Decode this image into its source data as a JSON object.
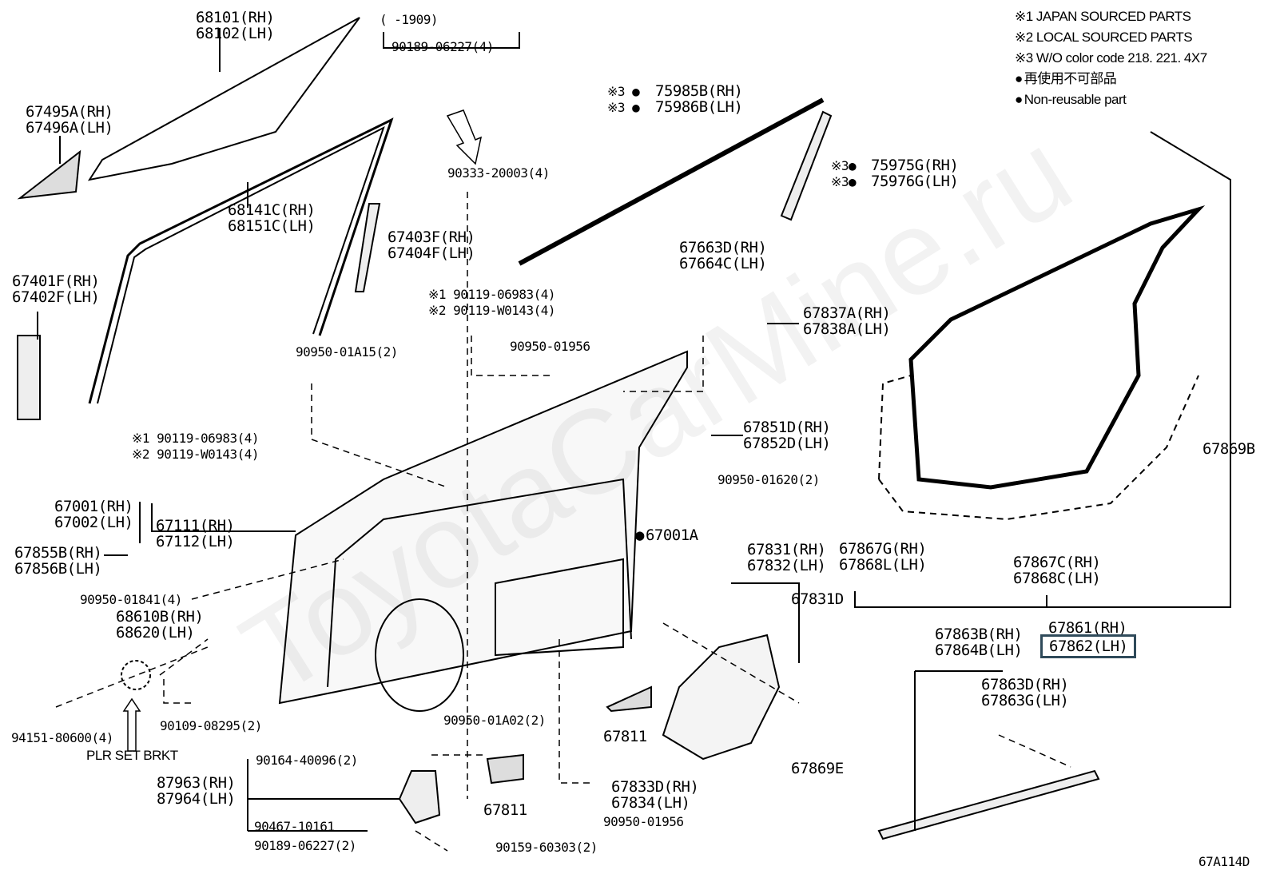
{
  "notes": {
    "n1": "※1 JAPAN SOURCED PARTS",
    "n2": "※2 LOCAL SOURCED PARTS",
    "n3": "※3 W/O color code 218. 221. 4X7",
    "n4": "再使用不可部品",
    "n5": "Non-reusable part"
  },
  "watermark": "ToyotaCarMine.ru",
  "diagram_code": "67A114D",
  "parts": {
    "p68101": "68101(RH)",
    "p68102": "68102(LH)",
    "date_note": "(   -1909)",
    "p90189a": "90189-06227(4)",
    "p90333": "90333-20003(4)",
    "p67495": "67495A(RH)",
    "p67496": "67496A(LH)",
    "p68141": "68141C(RH)",
    "p68151": "68151C(LH)",
    "p67403": "67403F(RH)",
    "p67404": "67404F(LH)",
    "p67401": "67401F(RH)",
    "p67402": "67402F(LH)",
    "p75985": "75985B(RH)",
    "p75986": "75986B(LH)",
    "p75975": "75975G(RH)",
    "p75976": "75976G(LH)",
    "p67663": "67663D(RH)",
    "p67664": "67664C(LH)",
    "p90119a1": "※1 90119-06983(4)",
    "p90119a2": "※2 90119-W0143(4)",
    "p67837": "67837A(RH)",
    "p67838": "67838A(LH)",
    "p90950a15": "90950-01A15(2)",
    "p90950b": "90950-01956",
    "p90119b1": "※1 90119-06983(4)",
    "p90119b2": "※2 90119-W0143(4)",
    "p67851": "67851D(RH)",
    "p67852": "67852D(LH)",
    "p90950c": "90950-01620(2)",
    "p67001": "67001(RH)",
    "p67002": "67002(LH)",
    "p67111": "67111(RH)",
    "p67112": "67112(LH)",
    "p67001a": "67001A",
    "p67855": "67855B(RH)",
    "p67856": "67856B(LH)",
    "p90950d": "90950-01841(4)",
    "p68610": "68610B(RH)",
    "p68620": "68620(LH)",
    "p67831": "67831(RH)",
    "p67832": "67832(LH)",
    "p67831d": "67831D",
    "p67867g": "67867G(RH)",
    "p67868l": "67868L(LH)",
    "p67867c": "67867C(RH)",
    "p67868c": "67868C(LH)",
    "p67869b": "67869B",
    "p67861": "67861(RH)",
    "p67862": "67862(LH)",
    "p67863b": "67863B(RH)",
    "p67864b": "67864B(LH)",
    "p67863d": "67863D(RH)",
    "p67863g": "67863G(LH)",
    "p94151": "94151-80600(4)",
    "p90109": "90109-08295(2)",
    "plr": "PLR SET BRKT",
    "p90950e": "90950-01A02(2)",
    "p67811a": "67811",
    "p67811b": "67811",
    "p90164": "90164-40096(2)",
    "p87963": "87963(RH)",
    "p87964": "87964(LH)",
    "p90467": "90467-10161",
    "p90189b": "90189-06227(2)",
    "p90159": "90159-60303(2)",
    "p67833": "67833D(RH)",
    "p67834": "67834(LH)",
    "p90950f": "90950-01956",
    "p67869e": "67869E"
  }
}
